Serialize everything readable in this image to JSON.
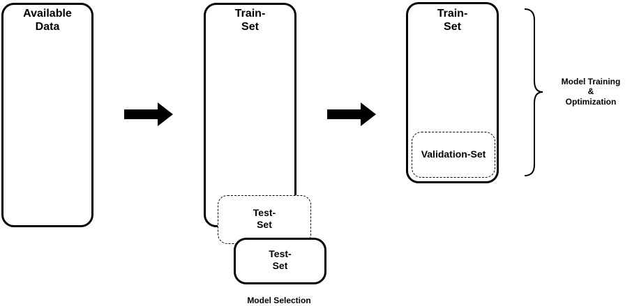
{
  "available_data": {
    "label": "Available\nData"
  },
  "train_set_1": {
    "label": "Train-\nSet"
  },
  "test_set_split": {
    "label": "Test-\nSet"
  },
  "test_set_final": {
    "label": "Test-\nSet"
  },
  "model_selection": {
    "label": "Model Selection"
  },
  "train_set_2": {
    "label": "Train-\nSet"
  },
  "validation_set": {
    "label": "Validation-Set"
  },
  "model_training": {
    "label": "Model Training\n&\nOptimization"
  }
}
